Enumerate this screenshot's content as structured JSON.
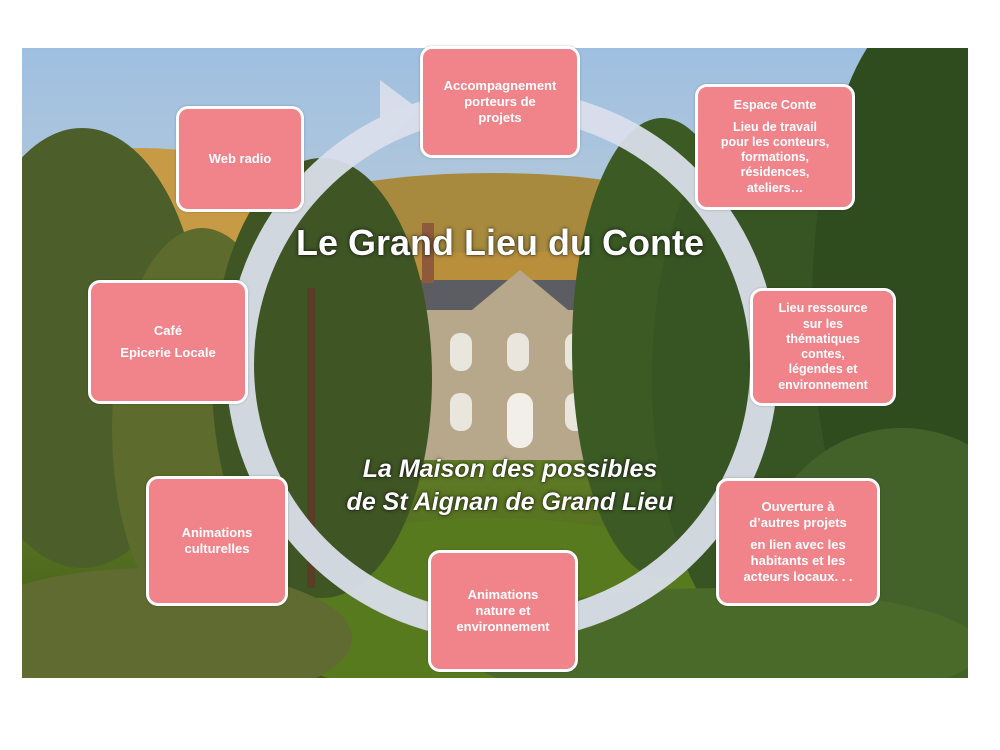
{
  "diagram": {
    "title": "Le Grand Lieu du Conte",
    "subtitle_line1": "La Maison des possibles",
    "subtitle_line2": "de St Aignan de Grand Lieu",
    "colors": {
      "box_fill": "#f1838a",
      "box_border": "#ffffff",
      "cycle_ring": "#d9deea",
      "text": "#ffffff"
    },
    "nodes": [
      {
        "id": "accompagnement",
        "lines": [
          "Accompagnement\nporteurs de\nprojets"
        ]
      },
      {
        "id": "espace-conte",
        "lines": [
          "Espace Conte",
          "Lieu de travail\npour les conteurs,\nformations,\nrésidences,\nateliers…"
        ]
      },
      {
        "id": "lieu-ressource",
        "lines": [
          "Lieu ressource\nsur les\nthématiques\ncontes,\nlégendes et\nenvironnement"
        ]
      },
      {
        "id": "ouverture",
        "lines": [
          "Ouverture à\nd’autres projets",
          "en lien avec les\nhabitants et  les\nacteurs locaux. . ."
        ]
      },
      {
        "id": "animations-nature",
        "lines": [
          "Animations\nnature et\nenvironnement"
        ]
      },
      {
        "id": "animations-culturelles",
        "lines": [
          "Animations\nculturelles"
        ]
      },
      {
        "id": "cafe",
        "lines": [
          "Café",
          "Epicerie Locale"
        ]
      },
      {
        "id": "web-radio",
        "lines": [
          "Web radio"
        ]
      }
    ]
  }
}
